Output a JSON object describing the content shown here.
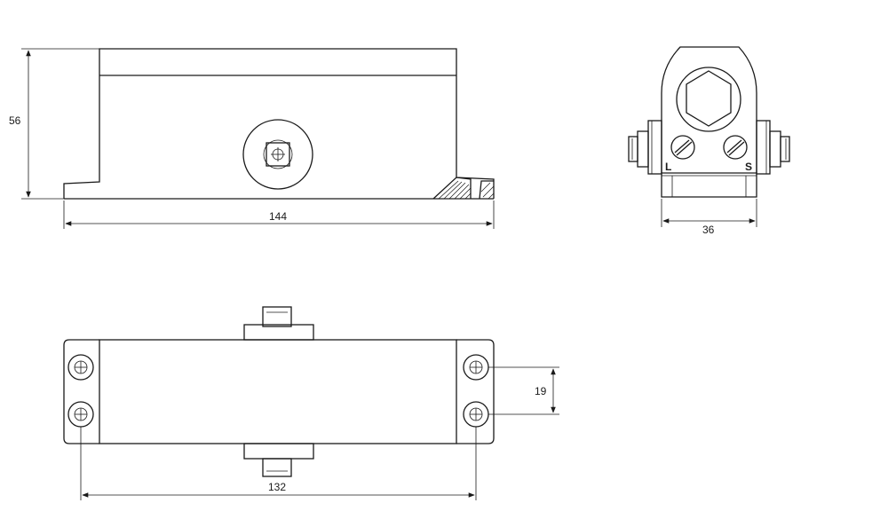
{
  "dimensions": {
    "height": "56",
    "length": "144",
    "width": "36",
    "hole_spacing_vertical": "19",
    "hole_spacing_horizontal": "132"
  },
  "end_view_marks": {
    "left": "L",
    "right": "S"
  }
}
